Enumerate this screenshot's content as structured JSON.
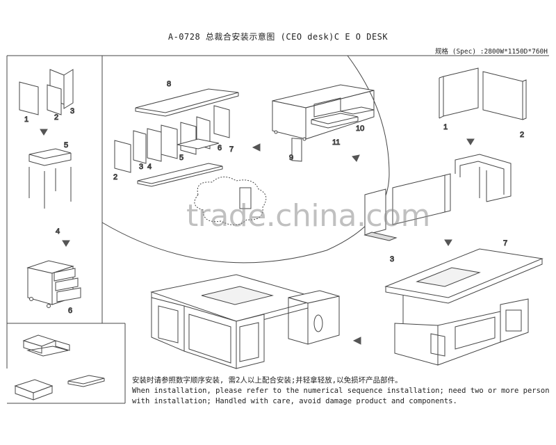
{
  "title": "A-0728 总裁合安装示意图 (CEO desk)C E O DESK",
  "spec": "规格 (Spec) :2800W*1150D*760H",
  "note": {
    "zh": "安装时请参照数字顺序安装, 需2人以上配合安装;并轻拿轻放,以免损坏产品部件。",
    "en1": "When installation, please refer to the numerical sequence installation; need  two or more person",
    "en2": "with installation; Handled with care, avoid damage product and components."
  },
  "watermark": "trade.china.com",
  "labels": {
    "l1": "1",
    "l2": "2",
    "l3": "3",
    "l5": "5",
    "l4": "4",
    "l6": "6",
    "c8": "8",
    "c2": "2",
    "c3": "3",
    "c4": "4",
    "c5": "5",
    "c6": "6",
    "c7": "7",
    "d9": "9",
    "d10": "10",
    "d11": "11",
    "r1": "1",
    "r2": "2",
    "r3": "3",
    "r7": "7"
  },
  "colors": {
    "line": "#444444",
    "panel": "#ffffff",
    "arrow": "#555555"
  }
}
